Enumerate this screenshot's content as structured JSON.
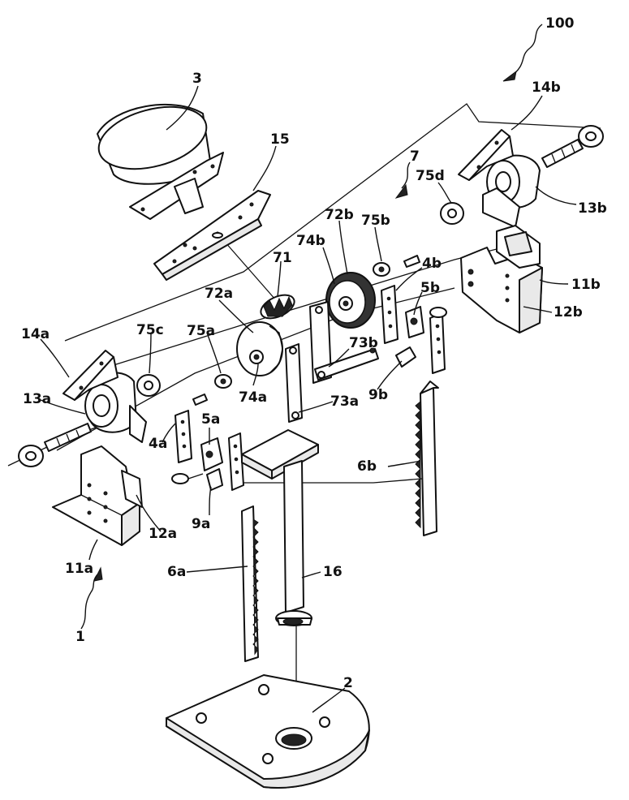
{
  "labels": {
    "l100": "100",
    "l3": "3",
    "l14b": "14b",
    "l15": "15",
    "l7": "7",
    "l75d": "75d",
    "l13b": "13b",
    "l72b": "72b",
    "l75b": "75b",
    "l74b": "74b",
    "l71": "71",
    "l4b": "4b",
    "l5b": "5b",
    "l11b": "11b",
    "l12b": "12b",
    "l72a": "72a",
    "l14a": "14a",
    "l75c": "75c",
    "l75a": "75a",
    "l73b": "73b",
    "l13a": "13a",
    "l74a": "74a",
    "l73a": "73a",
    "l9b": "9b",
    "l5a": "5a",
    "l4a": "4a",
    "l6b": "6b",
    "l12a": "12a",
    "l9a": "9a",
    "l11a": "11a",
    "l6a": "6a",
    "l16": "16",
    "l1": "1",
    "l2": "2"
  }
}
